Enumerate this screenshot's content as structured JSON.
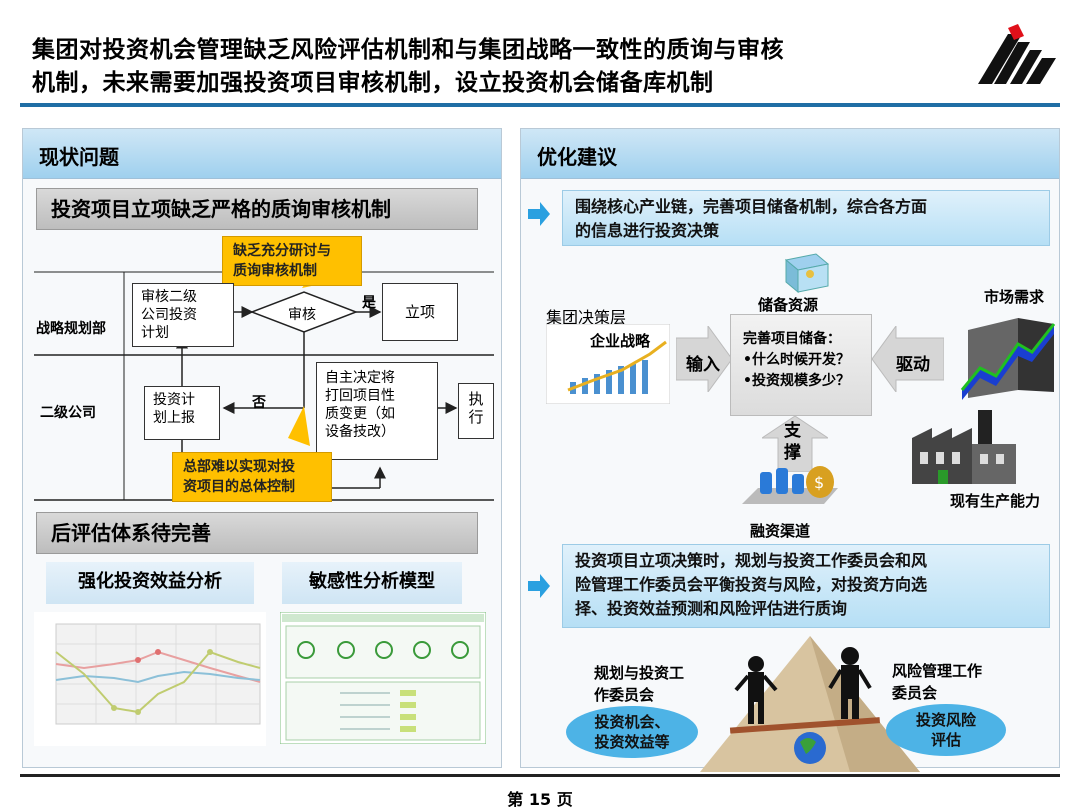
{
  "header": {
    "title_line1": "集团对投资机会管理缺乏风险评估机制和与集团战略一致性的质询与审核",
    "title_line2": "机制，未来需要加强投资项目审核机制，设立投资机会储备库机制"
  },
  "left": {
    "panel_title": "现状问题",
    "section1_title": "投资项目立项缺乏严格的质询审核机制",
    "callout_top_line1": "缺乏充分研讨与",
    "callout_top_line2": "质询审核机制",
    "row1_label": "战略规划部",
    "row2_label": "二级公司",
    "box_review_line1": "审核二级",
    "box_review_line2": "公司投资",
    "box_review_line3": "计划",
    "diamond_label": "审核",
    "yes_label": "是",
    "box_approve": "立项",
    "no_label": "否",
    "box_report_line1": "投资计",
    "box_report_line2": "划上报",
    "box_self_line1": "自主决定将",
    "box_self_line2": "打回项目性",
    "box_self_line3": "质变更（如",
    "box_self_line4": "设备技改）",
    "box_execute_line1": "执",
    "box_execute_line2": "行",
    "callout_bottom_line1": "总部难以实现对投",
    "callout_bottom_line2": "资项目的总体控制",
    "section2_title": "后评估体系待完善",
    "sub_left": "强化投资效益分析",
    "sub_right": "敏感性分析模型"
  },
  "right": {
    "panel_title": "优化建议",
    "suggestion1_line1": "围绕核心产业链，完善项目储备机制，综合各方面",
    "suggestion1_line2": "的信息进行投资决策",
    "reserve_label": "储备资源",
    "market_label": "市场需求",
    "group_label": "集团决策层",
    "strategy_label": "企业战略",
    "input_label": "输入",
    "center_title": "完善项目储备：",
    "center_item1": "•什么时候开发？",
    "center_item2": "•投资规模多少？",
    "drive_label": "驱动",
    "support_line1": "支",
    "support_line2": "撑",
    "finance_label": "融资渠道",
    "capacity_label": "现有生产能力",
    "suggestion2_line1": "投资项目立项决策时，规划与投资工作委员会和风",
    "suggestion2_line2": "险管理工作委员会平衡投资与风险，对投资方向选",
    "suggestion2_line3": "择、投资效益预测和风险评估进行质询",
    "committee_left_line1": "规划与投资工",
    "committee_left_line2": "作委员会",
    "committee_right_line1": "风险管理工作",
    "committee_right_line2": "委员会",
    "ellipse_left_line1": "投资机会、",
    "ellipse_left_line2": "投资效益等",
    "ellipse_right_line1": "投资风险",
    "ellipse_right_line2": "评估"
  },
  "footer": {
    "page": "第 15 页"
  },
  "colors": {
    "accent": "#1f6ea5",
    "callout": "#ffc000",
    "ellipse": "#4db3e6"
  }
}
